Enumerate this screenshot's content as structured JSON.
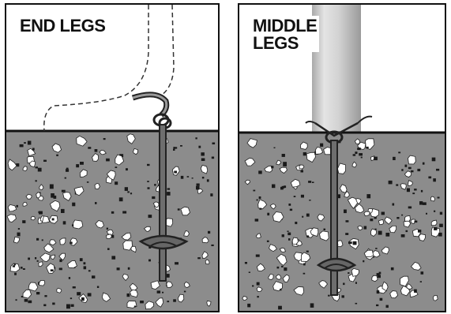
{
  "panels": [
    {
      "id": "end",
      "label": "END LEGS"
    },
    {
      "id": "middle",
      "label": "MIDDLE\nLEGS"
    }
  ],
  "colors": {
    "soil": "#8c8c8c",
    "rock": "#ffffff",
    "debris": "#1a1a1a",
    "stake": "#6e6e6e",
    "pole_light": "#e4e4e4",
    "pole_dark": "#a9a9a9",
    "outline": "#111111"
  },
  "icons": [
    "ground-anchor-icon",
    "soil-cross-section",
    "leg-outline",
    "pole-icon",
    "anchor-strap"
  ]
}
